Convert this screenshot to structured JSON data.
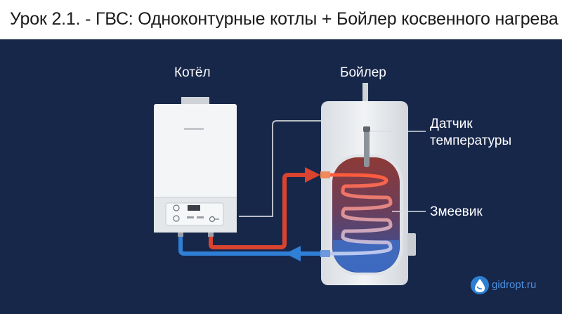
{
  "title": "Урок 2.1. - ГВС: Одноконтурные котлы + Бойлер косвенного нагрева",
  "labels": {
    "boiler_unit": "Котёл",
    "tank": "Бойлер",
    "sensor_line1": "Датчик",
    "sensor_line2": "температуры",
    "coil": "Змеевик"
  },
  "watermark": "gidropt.ru",
  "colors": {
    "background": "#17274a",
    "hot_pipe": "#d9432f",
    "cold_pipe": "#2f7fd6",
    "sensor_wire": "#b9bec6",
    "boiler_body": "#f3f5f7",
    "tank_shell": "#e7eaed",
    "tank_inner": "#b04b3e",
    "water_cold": "#3f6fc6"
  },
  "icons": [
    "water-drop-logo-icon"
  ]
}
